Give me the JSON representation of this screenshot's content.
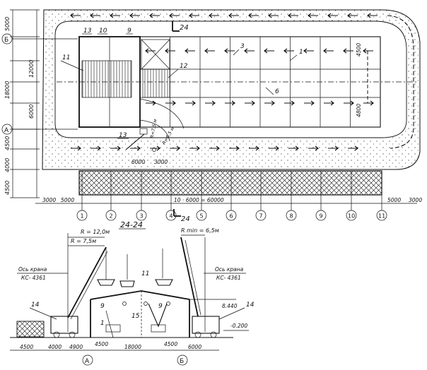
{
  "plan": {
    "section_mark": "24",
    "axis_letters": [
      "Б",
      "А"
    ],
    "axis_numbers": [
      "1",
      "2",
      "3",
      "4",
      "5",
      "6",
      "7",
      "8",
      "9",
      "10",
      "11"
    ],
    "left_dims": [
      "5000",
      "12000",
      "18000",
      "6000",
      "4500",
      "4000",
      "4500"
    ],
    "bottom_dims": [
      "3000",
      "5000",
      "6000",
      "3000",
      "10 · 6000 = 60000",
      "5000",
      "3000"
    ],
    "right_dims": [
      "4500",
      "4800"
    ],
    "crane_dims": [
      "R=7,5 м",
      "R=6,5 м"
    ],
    "callouts": [
      "13",
      "10",
      "9",
      "11",
      "12",
      "3",
      "1",
      "6",
      "13"
    ]
  },
  "section": {
    "title": "24-24",
    "radius_major": "R = 12,0м",
    "radius_minor": "R = 7,5м",
    "radius_min": "R min = 6,5м",
    "crane_axis_left": [
      "Ось крана",
      "КС- 4361"
    ],
    "crane_axis_right": [
      "Ось крана",
      "КС- 4361"
    ],
    "callouts": [
      "11",
      "14",
      "9",
      "9",
      "1",
      "15",
      "14"
    ],
    "elevations": [
      "8.440",
      "-0.200"
    ],
    "bottom_dims": [
      "4500",
      "4000",
      "4900",
      "4500",
      "18000",
      "4500",
      "6000"
    ],
    "axis_letters": [
      "А",
      "Б"
    ]
  }
}
